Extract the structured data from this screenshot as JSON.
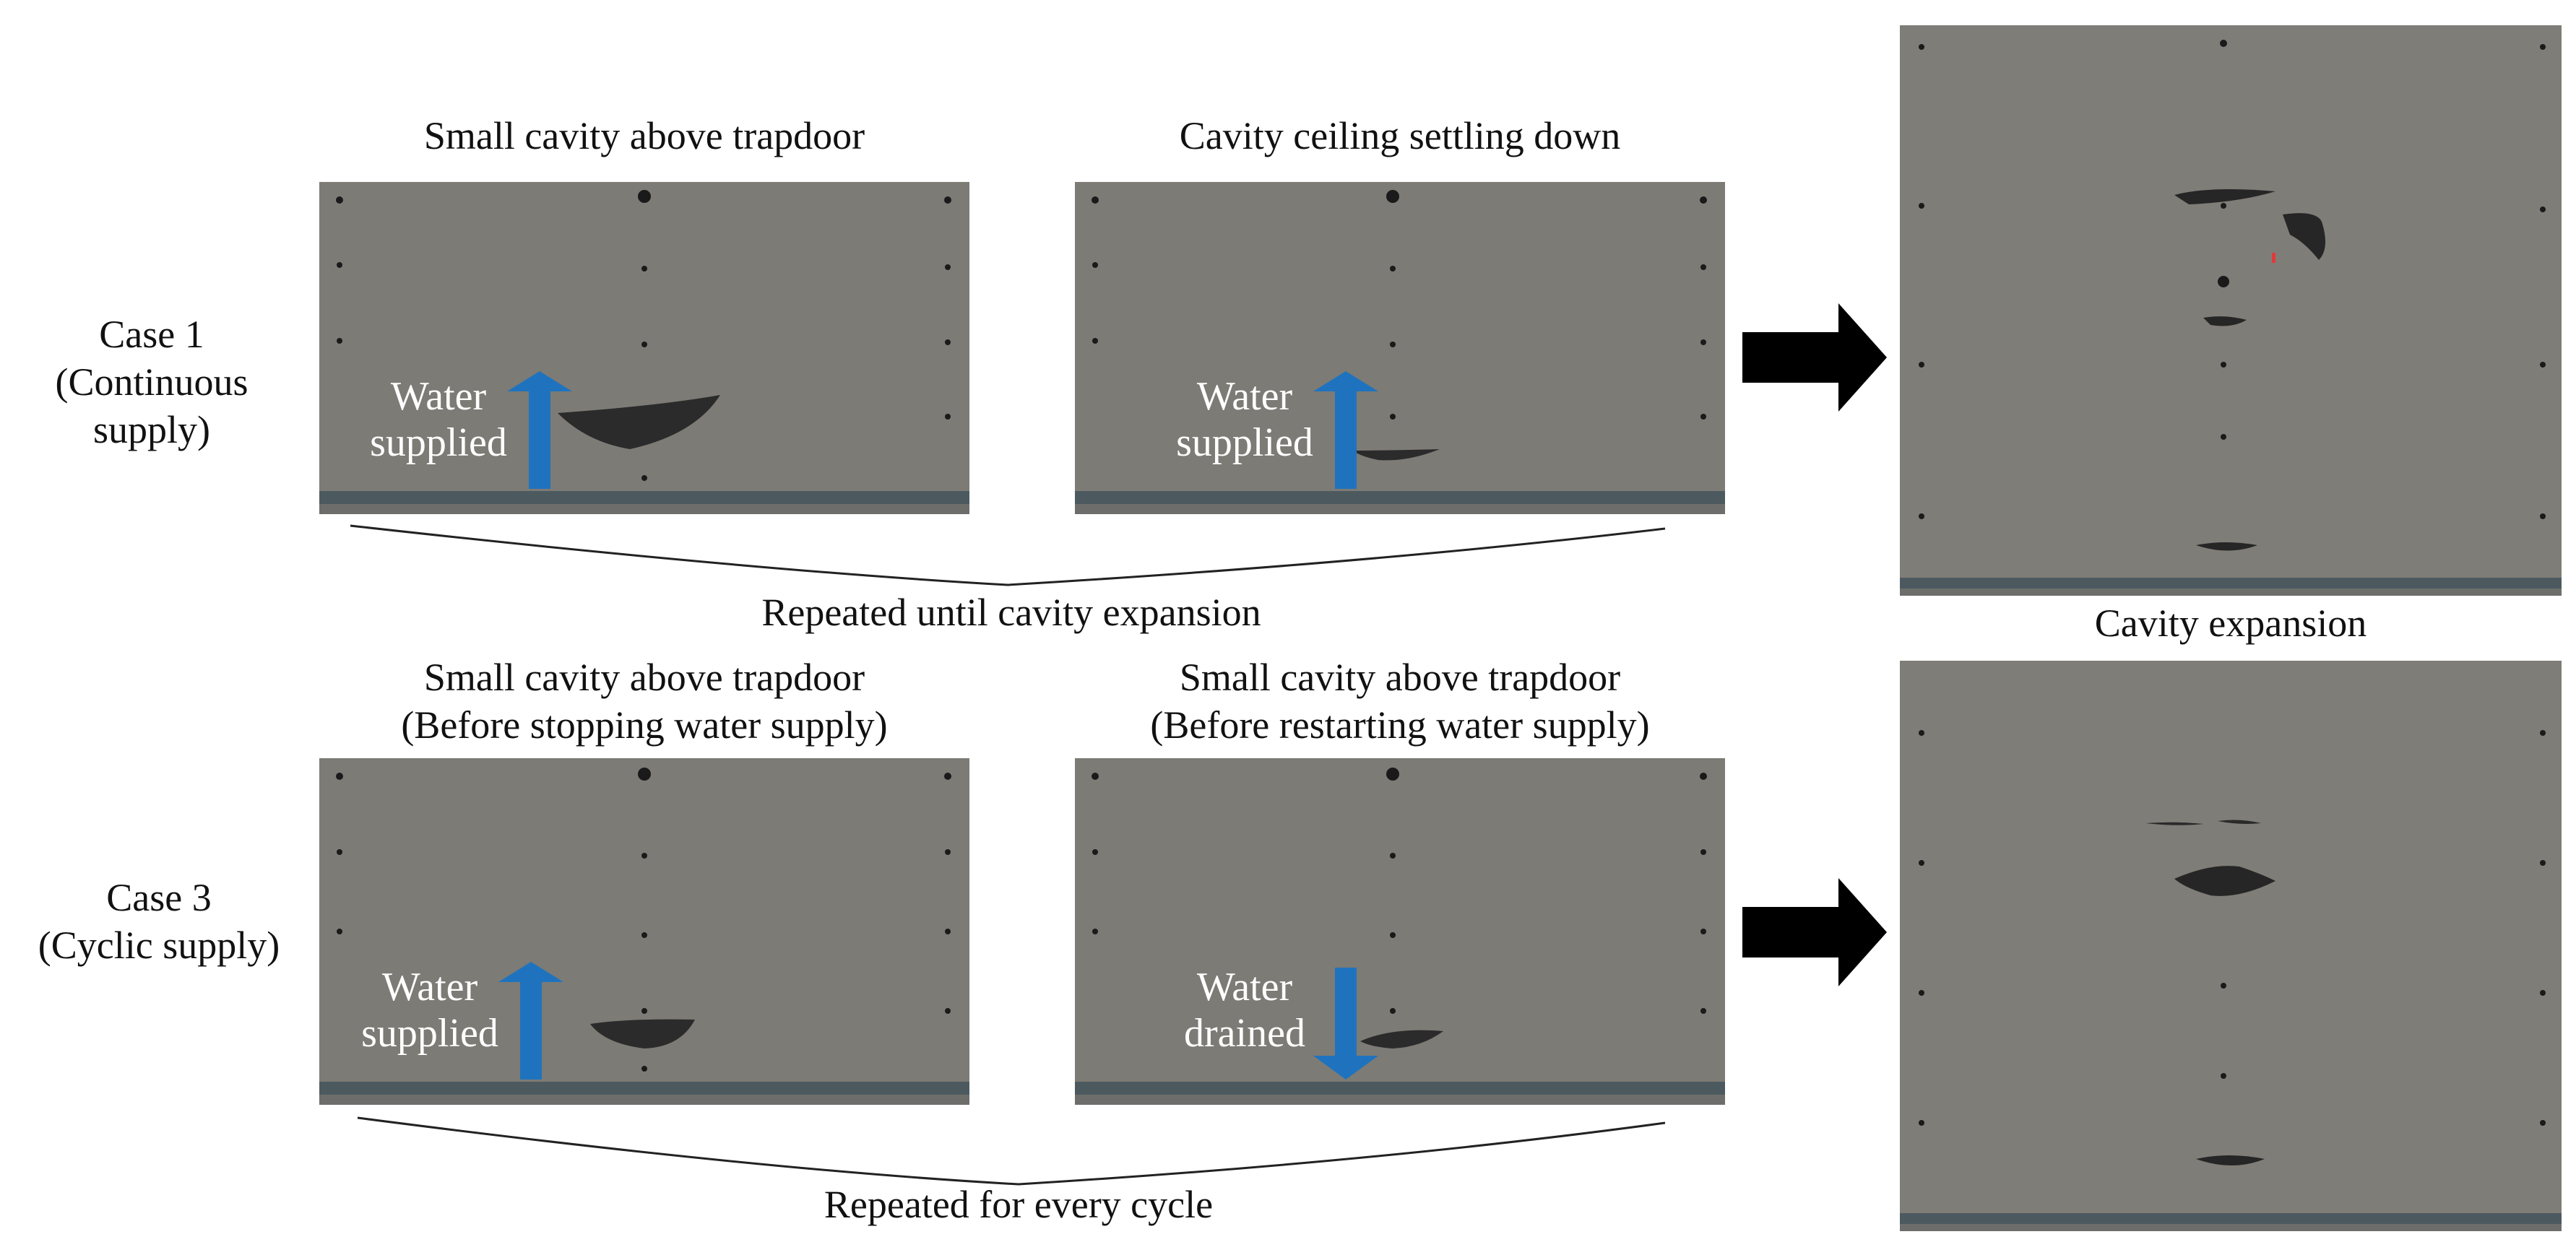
{
  "row1": {
    "case_title": "Case 1",
    "case_sub_lines": [
      "(Continuous",
      "supply)"
    ],
    "panel1_caption": "Small cavity above trapdoor",
    "panel2_caption": "Cavity ceiling settling down",
    "panel1_label_lines": [
      "Water",
      "supplied"
    ],
    "panel2_label_lines": [
      "Water",
      "supplied"
    ],
    "bracket_caption": "Repeated until cavity expansion"
  },
  "row2": {
    "case_title": "Case 3",
    "case_sub": "(Cyclic supply)",
    "panel1_caption_lines": [
      "Small cavity above trapdoor",
      "(Before stopping water supply)"
    ],
    "panel2_caption_lines": [
      "Small cavity above trapdoor",
      "(Before restarting water supply)"
    ],
    "panel1_label_lines": [
      "Water",
      "supplied"
    ],
    "panel2_label_lines": [
      "Water",
      "drained"
    ],
    "bracket_caption": "Repeated for every cycle"
  },
  "result_caption": "Cavity expansion",
  "colors": {
    "water_arrow": "#1f73be",
    "black_arrow": "#000000",
    "photo_bg": "#7d7b75"
  },
  "arrows": {
    "row1_panel1": "up",
    "row1_panel2": "up",
    "row2_panel1": "up",
    "row2_panel2": "down"
  }
}
